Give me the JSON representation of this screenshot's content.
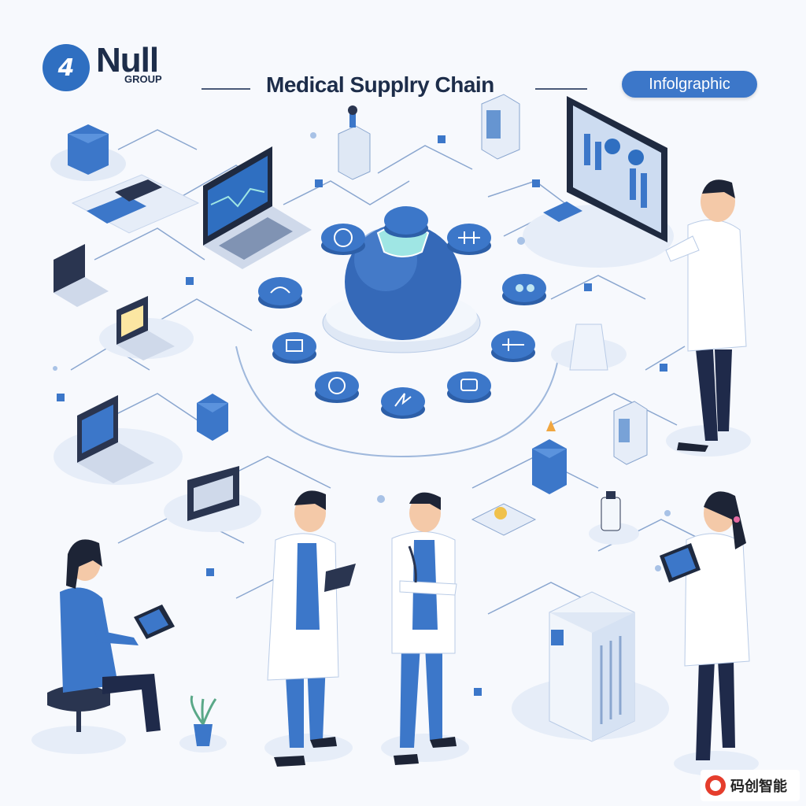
{
  "logo": {
    "mark": "4",
    "name": "Null",
    "sub": "GROUP"
  },
  "header": {
    "title": "Medical Supplry Chain",
    "tag": "Infolgraphic"
  },
  "watermark": {
    "text": "码创智能"
  },
  "colors": {
    "accent": "#2f6fc1",
    "navy": "#1d2d4a",
    "light": "#e6edf8",
    "coat": "#ffffff",
    "scrubs": "#3c77c9"
  },
  "icons": [
    "database-icon",
    "laptop-icon",
    "monitor-icon",
    "server-icon",
    "hub-sphere-icon",
    "network-node-icon",
    "plant-icon"
  ]
}
